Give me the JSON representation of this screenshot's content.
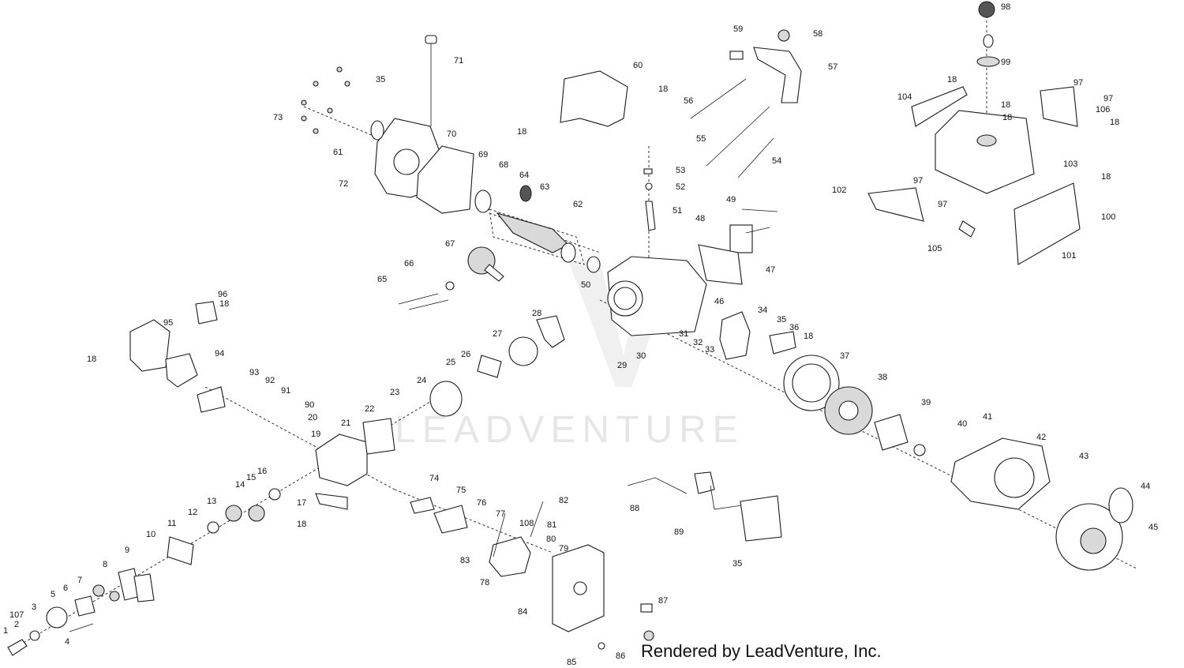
{
  "watermark": "LEADVENTURE",
  "footer": "Rendered by LeadVenture, Inc.",
  "callouts": [
    "1",
    "2",
    "107",
    "3",
    "4",
    "5",
    "6",
    "7",
    "8",
    "9",
    "10",
    "11",
    "12",
    "13",
    "14",
    "15",
    "16",
    "17",
    "18",
    "19",
    "20",
    "21",
    "22",
    "23",
    "24",
    "25",
    "26",
    "27",
    "28",
    "29",
    "30",
    "31",
    "32",
    "33",
    "34",
    "35",
    "36",
    "37",
    "38",
    "39",
    "40",
    "41",
    "42",
    "43",
    "44",
    "45",
    "46",
    "47",
    "48",
    "49",
    "50",
    "51",
    "52",
    "53",
    "54",
    "55",
    "56",
    "57",
    "58",
    "59",
    "60",
    "61",
    "62",
    "63",
    "64",
    "65",
    "66",
    "67",
    "68",
    "69",
    "70",
    "71",
    "72",
    "73",
    "74",
    "75",
    "76",
    "77",
    "78",
    "79",
    "80",
    "81",
    "82",
    "83",
    "84",
    "85",
    "86",
    "87",
    "88",
    "89",
    "90",
    "91",
    "92",
    "93",
    "94",
    "95",
    "96",
    "97",
    "98",
    "99",
    "100",
    "101",
    "102",
    "103",
    "104",
    "105",
    "106",
    "108"
  ]
}
